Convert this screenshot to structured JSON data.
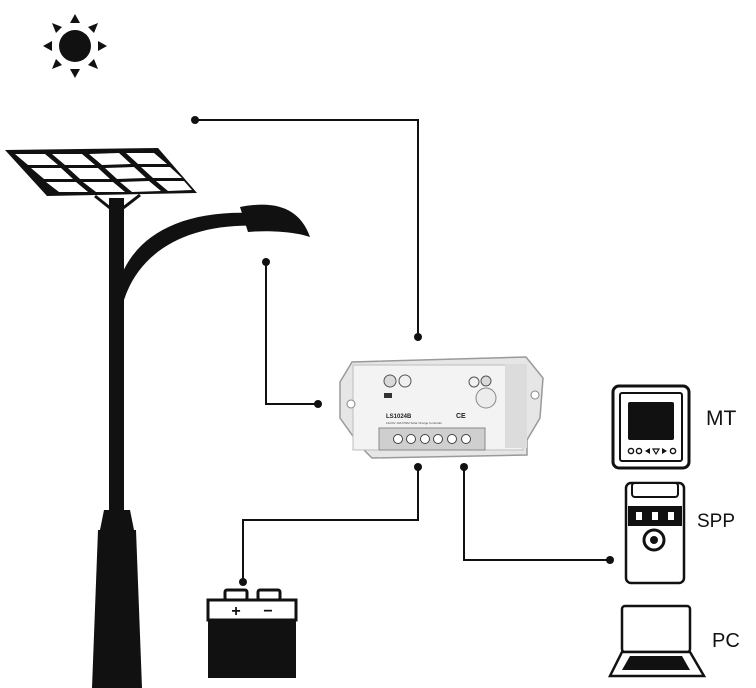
{
  "devices": {
    "mt_label": "MT",
    "spp_label": "SPP",
    "pc_label": "PC"
  },
  "controller": {
    "model_text": "LS1024B",
    "subtitle_text": "12/24V 10A PWM Solar Charge Controller"
  },
  "battery": {
    "positive": "+",
    "negative": "−"
  },
  "colors": {
    "ink": "#111111",
    "controller_body": "#e6e6e6",
    "controller_edge": "#9a9a9a",
    "line": "#111111"
  }
}
